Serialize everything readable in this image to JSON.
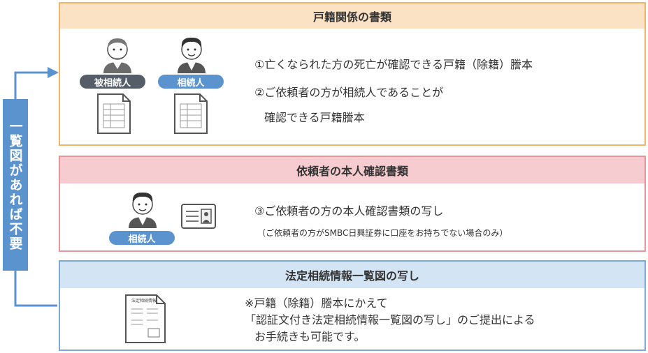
{
  "side_label": "一覧図があれば不要",
  "section1": {
    "title": "戸籍関係の書類",
    "tag_deceased": "被相続人",
    "tag_heir": "相続人",
    "line1": "①亡くなられた方の死亡が確認できる戸籍（除籍）謄本",
    "line2": "②ご依頼者の方が相続人であることが",
    "line3": "確認できる戸籍謄本"
  },
  "section2": {
    "title": "依頼者の本人確認書類",
    "tag_heir": "相続人",
    "line1": "③ご依頼者の方の本人確認書類の写し",
    "note": "（ご依頼者の方がSMBC日興証券に口座をお持ちでない場合のみ）"
  },
  "section3": {
    "title": "法定相続情報一覧図の写し",
    "doc_label": "法定相続情報",
    "line1": "※戸籍（除籍）謄本にかえて",
    "line2": "「認証文付き法定相続情報一覧図の写し」のご提出による",
    "line3": "お手続きも可能です。"
  },
  "colors": {
    "orange_border": "#f3b46a",
    "pink_border": "#e9939c",
    "blue_border": "#7ba9d8",
    "accent_blue": "#5b93cf"
  }
}
